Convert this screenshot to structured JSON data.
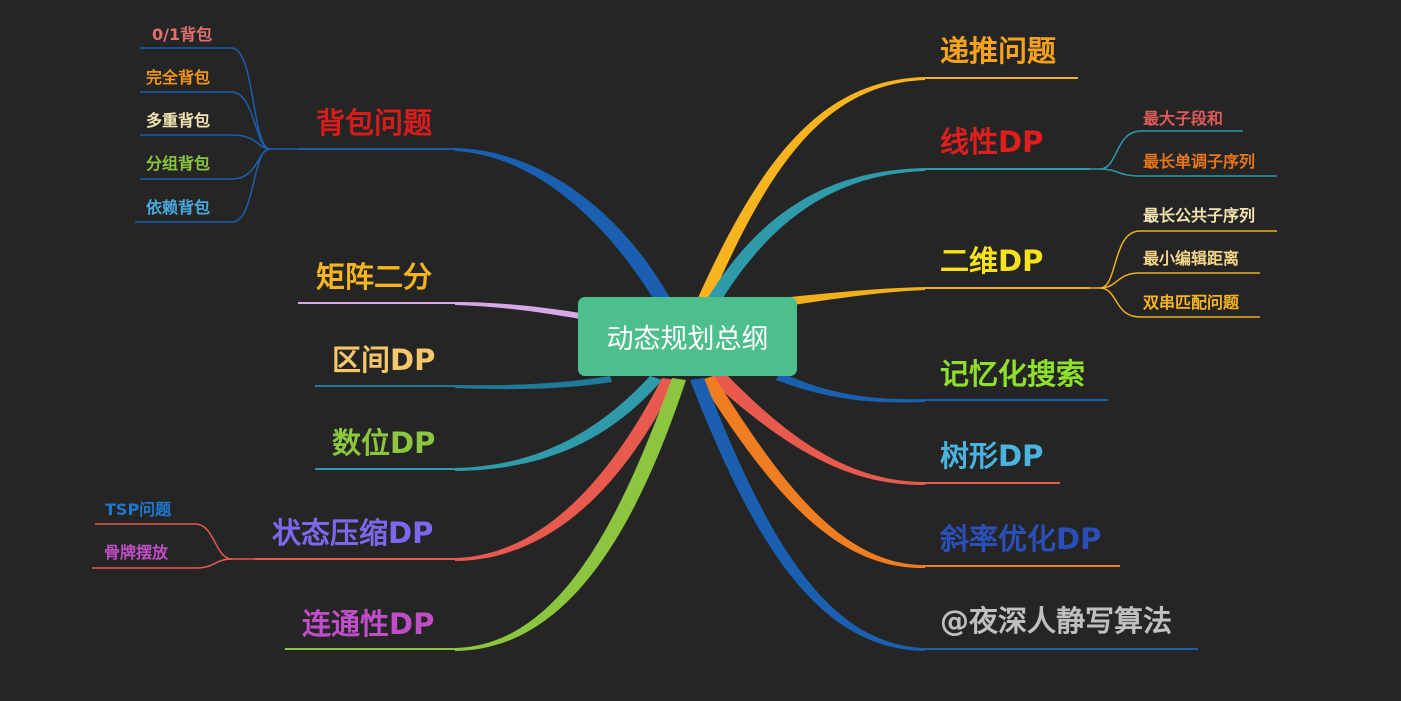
{
  "center": {
    "label": "动态规划总纲"
  },
  "left_topics": {
    "knapsack": {
      "label": "背包问题",
      "color": "#d71c1c",
      "children": [
        {
          "label": "0/1背包",
          "color": "#e07070"
        },
        {
          "label": "完全背包",
          "color": "#f0941a"
        },
        {
          "label": "多重背包",
          "color": "#f2e3b0"
        },
        {
          "label": "分组背包",
          "color": "#8cc63f"
        },
        {
          "label": "依赖背包",
          "color": "#4aa8e0"
        }
      ]
    },
    "matrix_binary": {
      "label": "矩阵二分",
      "color": "#f7b41f"
    },
    "interval_dp": {
      "label": "区间DP",
      "color": "#f5c76a"
    },
    "digit_dp": {
      "label": "数位DP",
      "color": "#8cc63f"
    },
    "state_compression": {
      "label": "状态压缩DP",
      "color": "#7b68ee",
      "children": [
        {
          "label": "TSP问题",
          "color": "#1e78d0"
        },
        {
          "label": "骨牌摆放",
          "color": "#c04ec8"
        }
      ]
    },
    "connectivity_dp": {
      "label": "连通性DP",
      "color": "#c04ec8"
    }
  },
  "right_topics": {
    "recurrence": {
      "label": "递推问题",
      "color": "#f7a21b"
    },
    "linear_dp": {
      "label": "线性DP",
      "color": "#e01e1e",
      "children": [
        {
          "label": "最大子段和",
          "color": "#e05a5a"
        },
        {
          "label": "最长单调子序列",
          "color": "#e7761a"
        }
      ]
    },
    "two_dim_dp": {
      "label": "二维DP",
      "color": "#f7e21b",
      "children": [
        {
          "label": "最长公共子序列",
          "color": "#f2e3b0"
        },
        {
          "label": "最小编辑距离",
          "color": "#f2d48a"
        },
        {
          "label": "双串匹配问题",
          "color": "#f7b41f"
        }
      ]
    },
    "memo_search": {
      "label": "记忆化搜索",
      "color": "#8ee02a"
    },
    "tree_dp": {
      "label": "树形DP",
      "color": "#4ab4e0"
    },
    "slope_opt": {
      "label": "斜率优化DP",
      "color": "#2a4fb8"
    },
    "signature": {
      "label": "@夜深人静写算法",
      "color": "#bfbfbf"
    }
  }
}
